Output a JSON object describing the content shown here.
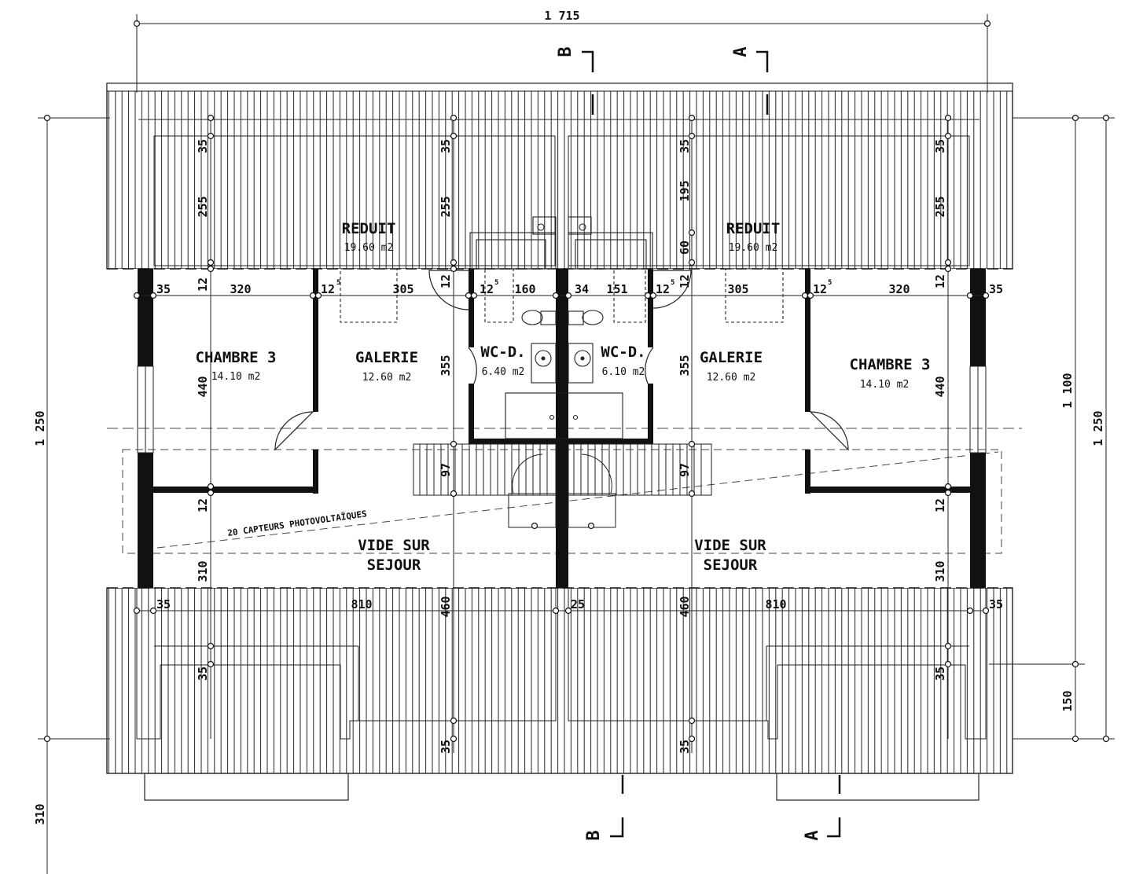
{
  "drawing": {
    "overall_width": "1 715",
    "overall_height_left": "1 250",
    "overall_height_right": "1 250",
    "inner_height_right": "1 100",
    "bottom_height_right": "150",
    "bottom_height_left": "310",
    "pv_note": "20 CAPTEURS PHOTOVOLTAÏQUES",
    "sections": {
      "b": "B",
      "a": "A"
    }
  },
  "rooms": {
    "reduit_left": {
      "name": "REDUIT",
      "area": "19.60 m2"
    },
    "reduit_right": {
      "name": "REDUIT",
      "area": "19.60 m2"
    },
    "chambre_left": {
      "name": "CHAMBRE 3",
      "area": "14.10 m2"
    },
    "chambre_right": {
      "name": "CHAMBRE 3",
      "area": "14.10 m2"
    },
    "galerie_left": {
      "name": "GALERIE",
      "area": "12.60 m2"
    },
    "galerie_right": {
      "name": "GALERIE",
      "area": "12.60 m2"
    },
    "wc_left": {
      "name": "WC-D.",
      "area": "6.40 m2"
    },
    "wc_right": {
      "name": "WC-D.",
      "area": "6.10 m2"
    },
    "vide_left": {
      "line1": "VIDE SUR",
      "line2": "SEJOUR"
    },
    "vide_right": {
      "line1": "VIDE SUR",
      "line2": "SEJOUR"
    }
  },
  "dims": {
    "h_top_35l": "35",
    "h_top_12l": "12",
    "h_top_320l": "320",
    "h_top_12b": "12",
    "h_top_305l": "305",
    "h_top_12c": "12",
    "h_top_160": "160",
    "h_top_34": "34",
    "h_top_151": "151",
    "h_top_12d": "12",
    "h_top_305r": "305",
    "h_top_12e": "12",
    "h_top_320r": "320",
    "h_top_35r": "35",
    "h_bot_35l": "35",
    "h_bot_810l": "810",
    "h_bot_25": "25",
    "h_bot_810r": "810",
    "h_bot_35r": "35",
    "v_c1_35a": "35",
    "v_c1_255": "255",
    "v_c1_12": "12",
    "v_c1_440": "440",
    "v_c1_12b": "12",
    "v_c1_310": "310",
    "v_c1_35b": "35",
    "v_c2_35a": "35",
    "v_c2_255": "255",
    "v_c2_12": "12",
    "v_c2_355": "355",
    "v_c2_97": "97",
    "v_c2_460": "460",
    "v_c2_35b": "35",
    "v_c3_35a": "35",
    "v_c3_195": "195",
    "v_c3_60": "60",
    "v_c3_12": "12",
    "v_c3_355": "355",
    "v_c3_97": "97",
    "v_c3_460": "460",
    "v_c3_35b": "35",
    "v_c4_35a": "35",
    "v_c4_255": "255",
    "v_c4_12": "12",
    "v_c4_440": "440",
    "v_c4_12b": "12",
    "v_c4_310": "310",
    "v_c4_35b": "35",
    "sup5": "5"
  }
}
